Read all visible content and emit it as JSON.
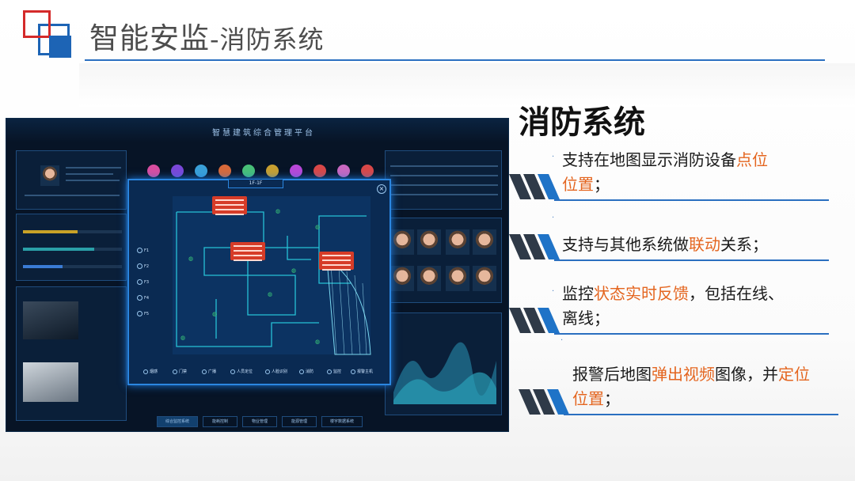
{
  "header": {
    "title_main": "智能安监",
    "title_sub": "-消防系统"
  },
  "dashboard": {
    "platform_title": "智慧建筑综合管理平台",
    "floor_label": "1F-1F",
    "floors": [
      "F1",
      "F2",
      "F3",
      "F4",
      "F5"
    ],
    "legend": [
      "烟感",
      "门禁",
      "广播",
      "人员定位",
      "人脸识别",
      "消防",
      "监控",
      "报警主机"
    ],
    "nav_buttons": [
      "综合监控系统",
      "能耗控制",
      "物业管理",
      "能源管理",
      "楼宇数据系统"
    ]
  },
  "content": {
    "heading": "消防系统",
    "items": [
      {
        "pre": "支持在地图显示消防设备",
        "hl": "点位",
        "post": "",
        "line2_hl": "位置",
        "line2_post": "；"
      },
      {
        "pre": "支持与其他系统做",
        "hl": "联动",
        "post": "关系；"
      },
      {
        "pre": "监控",
        "hl": "状态实时反馈",
        "post": "，包括在线、",
        "line2": "离线；"
      },
      {
        "pre": "报警后地图",
        "hl": "弹出视频",
        "mid": "图像，并",
        "hl2": "定位",
        "line2_hl": "位置",
        "line2_post": "；"
      }
    ]
  },
  "colors": {
    "accent_blue": "#2a6fc0",
    "highlight_orange": "#e4651f",
    "logo_red": "#d42a2a"
  }
}
